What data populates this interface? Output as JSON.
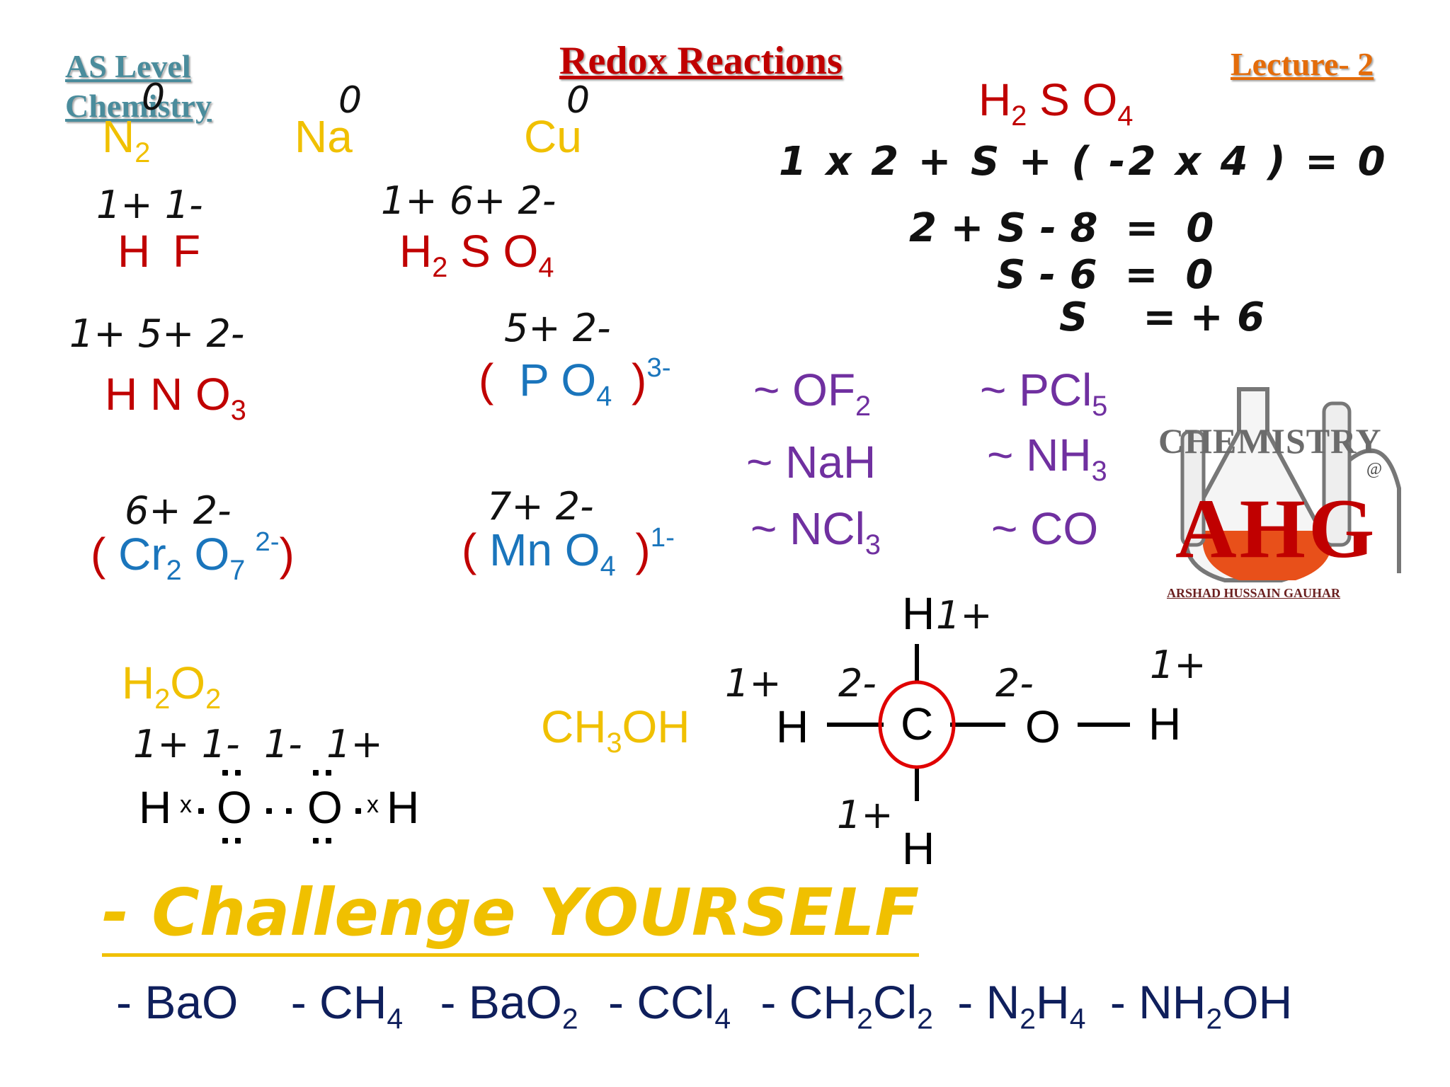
{
  "header": {
    "course_line1": "AS Level",
    "course_line2": "Chemistry",
    "title": "Redox Reactions",
    "lecture": "Lecture- 2"
  },
  "elements": {
    "n2": {
      "base": "N",
      "sub": "2",
      "ox": "0"
    },
    "na": {
      "base": "Na",
      "ox": "0"
    },
    "cu": {
      "base": "Cu",
      "ox": "0"
    }
  },
  "compounds": {
    "hf": {
      "ox": "1+ 1-",
      "a": "H",
      "b": "F"
    },
    "h2so4": {
      "ox": "1+ 6+ 2-",
      "a": "H",
      "a_sub": "2",
      "b": "S",
      "c": "O",
      "c_sub": "4"
    },
    "hno3": {
      "ox": "1+ 5+ 2-",
      "a": "H",
      "b": "N",
      "c": "O",
      "c_sub": "3"
    },
    "po4": {
      "ox": "5+ 2-",
      "open": "(",
      "a": "P",
      "b": "O",
      "b_sub": "4",
      "close": ")",
      "charge": "3-"
    },
    "cr2o7": {
      "ox": "6+ 2-",
      "open": "(",
      "a": "Cr",
      "a_sub": "2",
      "b": "O",
      "b_sub": "7",
      "charge": "2-",
      "close": ")"
    },
    "mno4": {
      "ox": "7+ 2-",
      "open": "(",
      "a": "Mn",
      "b": "O",
      "b_sub": "4",
      "close": ")",
      "charge": "1-"
    }
  },
  "calculation": {
    "formula_a": "H",
    "formula_a_sub": "2",
    "formula_b": "S",
    "formula_c": "O",
    "formula_c_sub": "4",
    "line1": "1 x 2 + S + ( -2 x 4 ) = 0",
    "line2": "2 + S - 8  =  0",
    "line3": "S - 6  =  0",
    "line4": "S    = + 6"
  },
  "exercises": [
    {
      "prefix": "~ OF",
      "sub": "2"
    },
    {
      "prefix": "~ PCl",
      "sub": "5"
    },
    {
      "prefix": "~ NaH",
      "sub": ""
    },
    {
      "prefix": "~ NH",
      "sub": "3"
    },
    {
      "prefix": "~ NCl",
      "sub": "3"
    },
    {
      "prefix": "~ CO",
      "sub": ""
    }
  ],
  "logo": {
    "line1": "CHEMISTRY",
    "at": "@",
    "line2": "AHG",
    "line3": "ARSHAD HUSSAIN GAUHAR"
  },
  "peroxide": {
    "label_a": "H",
    "label_a_sub": "2",
    "label_b": "O",
    "label_b_sub": "2",
    "ox": "1+ 1-  1-  1+",
    "h1": "H",
    "x1": "x",
    "o1": "O",
    "o2": "O",
    "x2": "x",
    "h2": "H"
  },
  "methanol": {
    "label_a": "CH",
    "label_a_sub": "3",
    "label_b": "OH",
    "h_top": "H",
    "h_top_ox": "1+",
    "h_left": "H",
    "h_left_ox": "1+",
    "c": "C",
    "c_ox": "2-",
    "o": "O",
    "o_ox": "2-",
    "h_right": "H",
    "h_right_ox": "1+",
    "h_bottom": "H",
    "h_bottom_ox": "1+"
  },
  "challenge": {
    "heading": "- Challenge YOURSELF",
    "items": [
      {
        "text": "- BaO",
        "sub": "",
        "tail": ""
      },
      {
        "text": "- CH",
        "sub": "4",
        "tail": ""
      },
      {
        "text": "- BaO",
        "sub": "2",
        "tail": ""
      },
      {
        "text": "- CCl",
        "sub": "4",
        "tail": ""
      },
      {
        "text": "- CH",
        "sub": "2",
        "tail": "Cl",
        "sub2": "2"
      },
      {
        "text": "- N",
        "sub": "2",
        "tail": "H",
        "sub2": "4"
      },
      {
        "text": "- NH",
        "sub": "2",
        "tail": "OH"
      }
    ]
  },
  "colors": {
    "red": "#c00000",
    "yellow": "#f0c000",
    "blue": "#1a75bc",
    "purple": "#7030a0",
    "navy": "#0f1f5c",
    "teal_header": "#4a8c9c",
    "orange_header": "#e46c0a"
  }
}
